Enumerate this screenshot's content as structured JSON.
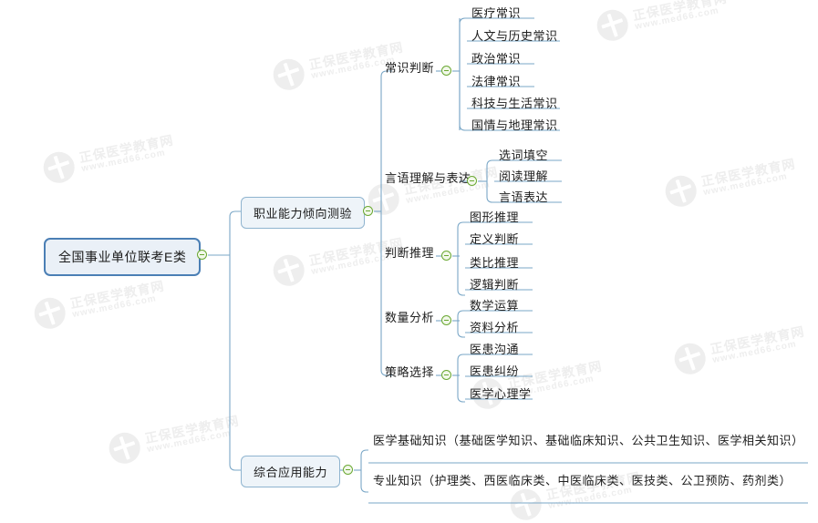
{
  "watermark": {
    "brand": "正保医学教育网",
    "url": "www.med66.com",
    "logo_icon": "circle-cross-logo-icon"
  },
  "mindmap": {
    "root": {
      "label": "全国事业单位联考E类"
    },
    "branches": [
      {
        "label": "职业能力倾向测验",
        "children": [
          {
            "label": "常识判断",
            "children": [
              {
                "label": "医疗常识"
              },
              {
                "label": "人文与历史常识"
              },
              {
                "label": "政治常识"
              },
              {
                "label": "法律常识"
              },
              {
                "label": "科技与生活常识"
              },
              {
                "label": "国情与地理常识"
              }
            ]
          },
          {
            "label": "言语理解与表达",
            "children": [
              {
                "label": "选词填空"
              },
              {
                "label": "阅读理解"
              },
              {
                "label": "言语表达"
              }
            ]
          },
          {
            "label": "判断推理",
            "children": [
              {
                "label": "图形推理"
              },
              {
                "label": "定义判断"
              },
              {
                "label": "类比推理"
              },
              {
                "label": "逻辑判断"
              }
            ]
          },
          {
            "label": "数量分析",
            "children": [
              {
                "label": "数学运算"
              },
              {
                "label": "资料分析"
              }
            ]
          },
          {
            "label": "策略选择",
            "children": [
              {
                "label": "医患沟通"
              },
              {
                "label": "医患纠纷"
              },
              {
                "label": "医学心理学"
              }
            ]
          }
        ]
      },
      {
        "label": "综合应用能力",
        "children": [
          {
            "label": "医学基础知识（基础医学知识、基础临床知识、公共卫生知识、医学相关知识）"
          },
          {
            "label": "专业知识（护理类、西医临床类、中医临床类、医技类、公卫预防、药剂类）"
          }
        ]
      }
    ]
  },
  "colors": {
    "root_border": "#4b7fb5",
    "root_fill": "#eaf0f7",
    "node_border": "#8fb4cf",
    "node_fill": "#eef4f9",
    "connector": "#7aa7c7",
    "toggle_green": "#6aa832",
    "text": "#1a1a1a",
    "watermark": "#eeeeee"
  }
}
